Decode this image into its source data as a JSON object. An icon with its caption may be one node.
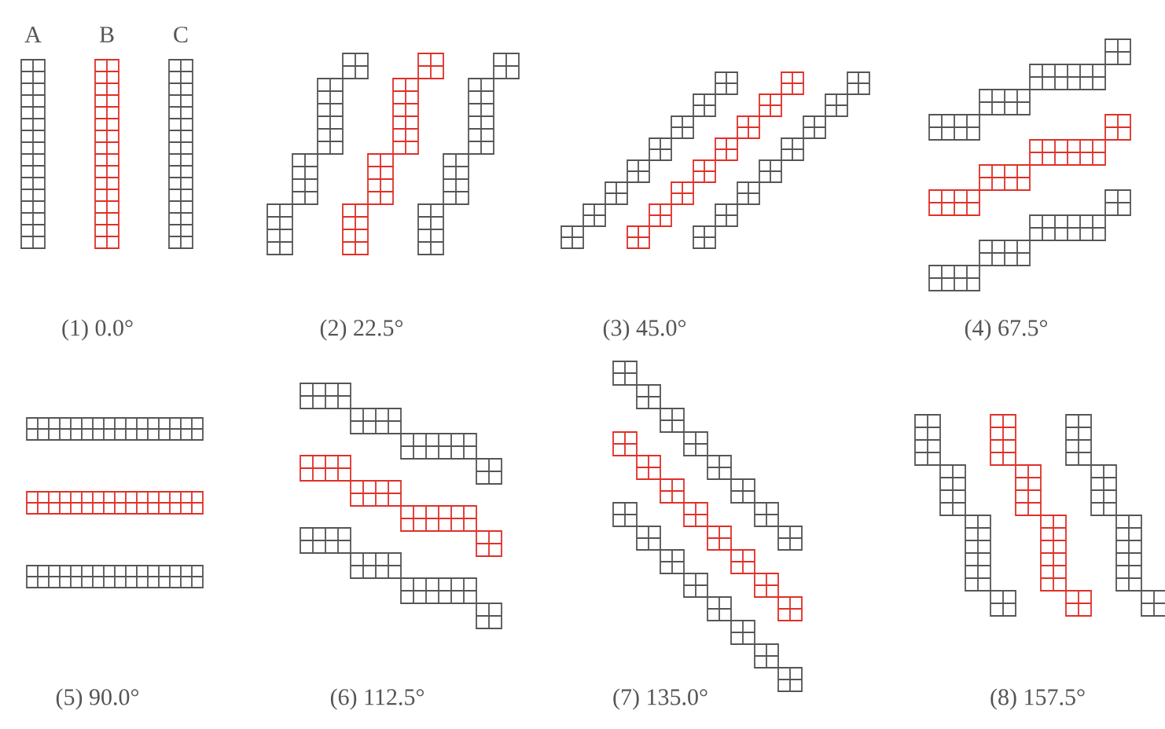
{
  "diagram": {
    "labels": [
      "A",
      "B",
      "C",
      "(1) 0.0°",
      "(2) 22.5°",
      "(3) 45.0°",
      "(4) 67.5°",
      "(5) 90.0°",
      "(6) 112.5°",
      "(7) 135.0°",
      "(8) 157.5°"
    ]
  }
}
